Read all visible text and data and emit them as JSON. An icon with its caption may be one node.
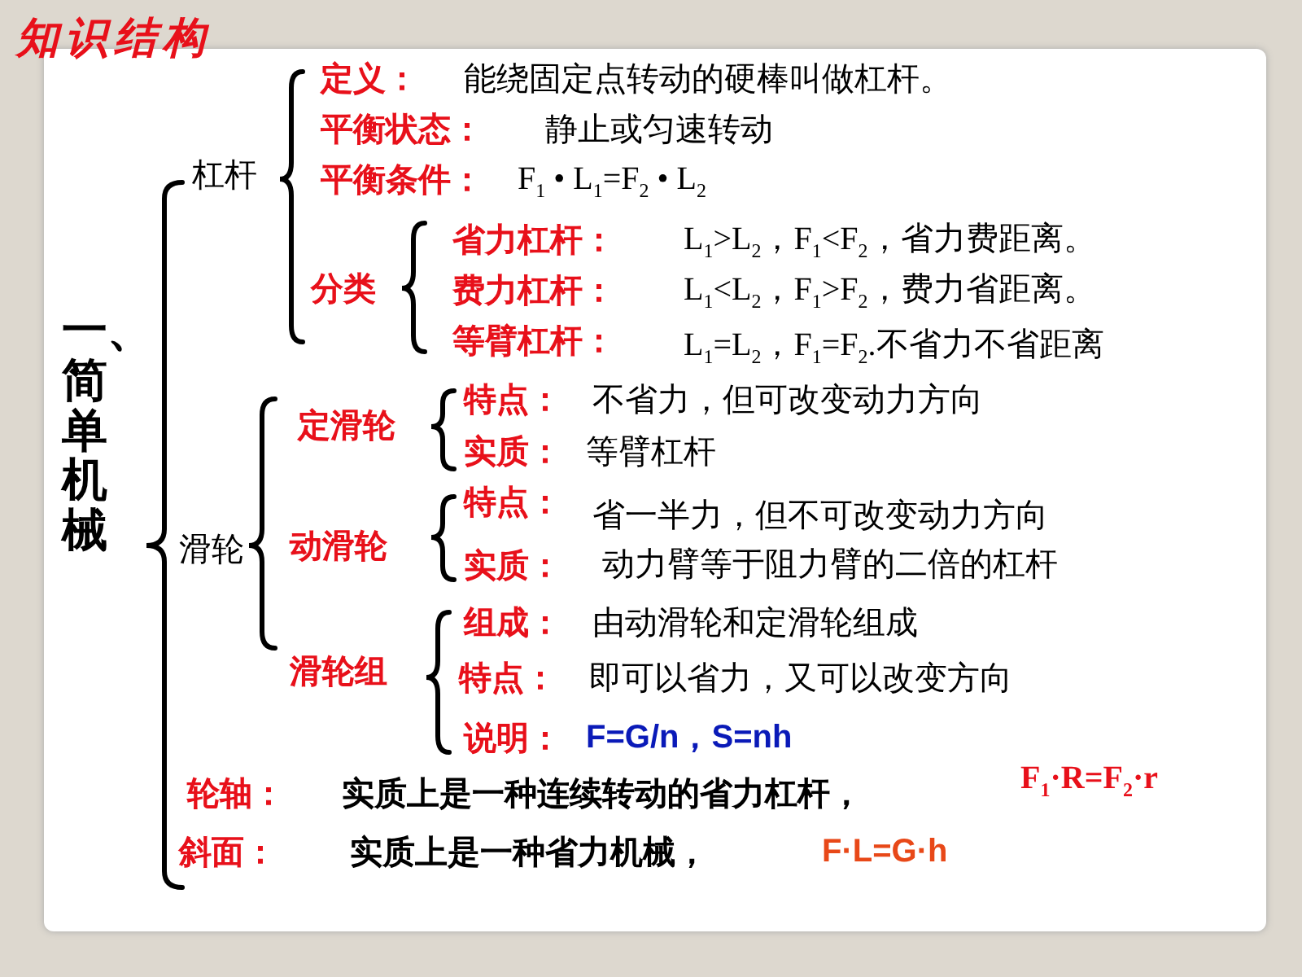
{
  "diagram": {
    "title": "知识结构",
    "labels": [
      "一、简单机械",
      "杠杆",
      "定义：",
      "能绕固定点转动的硬棒叫做杠杆。",
      "平衡状态：",
      "静止或匀速转动",
      "平衡条件：",
      "F$_{1}$ • L$_{1}$=F$_{2}$ • L$_{2}$",
      "分类",
      "省力杠杆：",
      "L$_{1}$>L$_{2}$，F$_{1}$<F$_{2}$，省力费距离。",
      "费力杠杆：",
      "L$_{1}$<L$_{2}$，F$_{1}$>F$_{2}$，费力省距离。",
      "等臂杠杆：",
      "L$_{1}$=L$_{2}$，F$_{1}$=F$_{2}$.不省力不省距离",
      "滑轮",
      "定滑轮",
      "特点：",
      "不省力，但可改变动力方向",
      "实质：",
      "等臂杠杆",
      "动滑轮",
      "特点：",
      "省一半力，但不可改变动力方向",
      "实质：",
      "动力臂等于阻力臂的二倍的杠杆",
      "组成：",
      "由动滑轮和定滑轮组成",
      "滑轮组",
      "特点：",
      "即可以省力，又可以改变方向",
      "说明：",
      "F=G/n，S=nh",
      "轮轴：",
      "实质上是一种连续转动的省力杠杆，",
      "F$_{1}$·R=F$_{2}$·r",
      "斜面：",
      "实质上是一种省力机械，",
      "F·L=G·h"
    ]
  }
}
